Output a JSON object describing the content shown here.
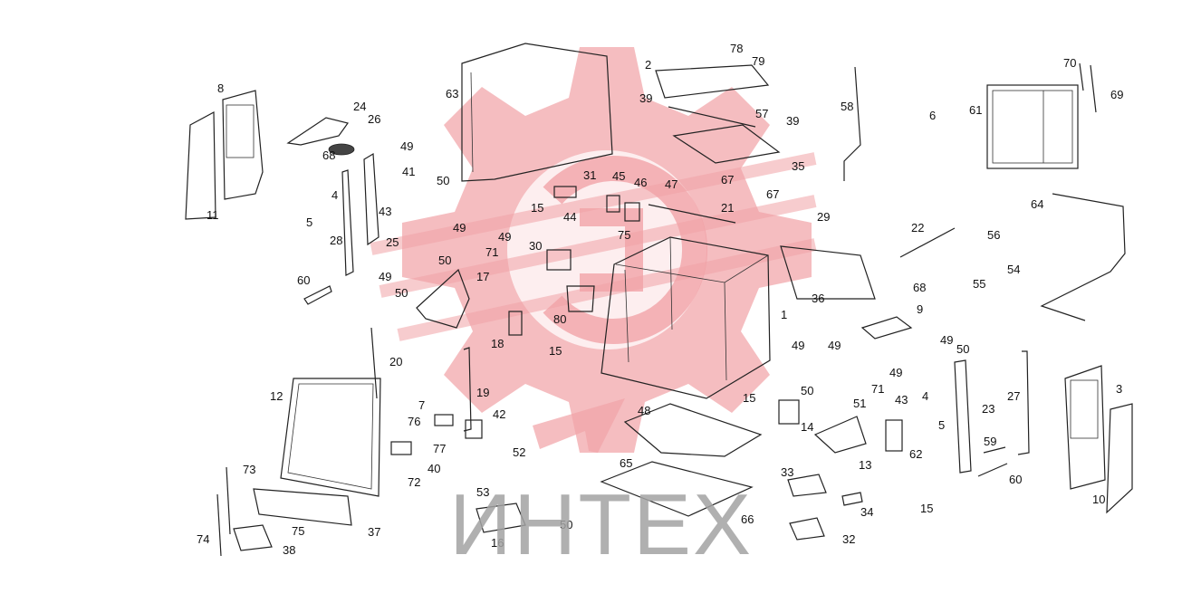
{
  "watermark": {
    "brand_text": "ИНТЕХ",
    "color": "#f1a3a7",
    "text_color": "#a3a3a3"
  },
  "callouts": [
    {
      "label": "1"
    },
    {
      "label": "2"
    },
    {
      "label": "3"
    },
    {
      "label": "4"
    },
    {
      "label": "4"
    },
    {
      "label": "5"
    },
    {
      "label": "5"
    },
    {
      "label": "6"
    },
    {
      "label": "7"
    },
    {
      "label": "8"
    },
    {
      "label": "9"
    },
    {
      "label": "10"
    },
    {
      "label": "11"
    },
    {
      "label": "12"
    },
    {
      "label": "13"
    },
    {
      "label": "14"
    },
    {
      "label": "15"
    },
    {
      "label": "15"
    },
    {
      "label": "15"
    },
    {
      "label": "15"
    },
    {
      "label": "16"
    },
    {
      "label": "17"
    },
    {
      "label": "18"
    },
    {
      "label": "19"
    },
    {
      "label": "20"
    },
    {
      "label": "21"
    },
    {
      "label": "22"
    },
    {
      "label": "23"
    },
    {
      "label": "24"
    },
    {
      "label": "25"
    },
    {
      "label": "26"
    },
    {
      "label": "27"
    },
    {
      "label": "28"
    },
    {
      "label": "29"
    },
    {
      "label": "30"
    },
    {
      "label": "31"
    },
    {
      "label": "32"
    },
    {
      "label": "33"
    },
    {
      "label": "34"
    },
    {
      "label": "35"
    },
    {
      "label": "36"
    },
    {
      "label": "37"
    },
    {
      "label": "38"
    },
    {
      "label": "39"
    },
    {
      "label": "39"
    },
    {
      "label": "40"
    },
    {
      "label": "41"
    },
    {
      "label": "42"
    },
    {
      "label": "43"
    },
    {
      "label": "43"
    },
    {
      "label": "44"
    },
    {
      "label": "45"
    },
    {
      "label": "46"
    },
    {
      "label": "47"
    },
    {
      "label": "48"
    },
    {
      "label": "49"
    },
    {
      "label": "49"
    },
    {
      "label": "49"
    },
    {
      "label": "49"
    },
    {
      "label": "49"
    },
    {
      "label": "49"
    },
    {
      "label": "49"
    },
    {
      "label": "49"
    },
    {
      "label": "50"
    },
    {
      "label": "50"
    },
    {
      "label": "50"
    },
    {
      "label": "50"
    },
    {
      "label": "50"
    },
    {
      "label": "50"
    },
    {
      "label": "51"
    },
    {
      "label": "52"
    },
    {
      "label": "53"
    },
    {
      "label": "54"
    },
    {
      "label": "55"
    },
    {
      "label": "56"
    },
    {
      "label": "57"
    },
    {
      "label": "58"
    },
    {
      "label": "59"
    },
    {
      "label": "60"
    },
    {
      "label": "60"
    },
    {
      "label": "61"
    },
    {
      "label": "62"
    },
    {
      "label": "63"
    },
    {
      "label": "64"
    },
    {
      "label": "65"
    },
    {
      "label": "66"
    },
    {
      "label": "67"
    },
    {
      "label": "67"
    },
    {
      "label": "68"
    },
    {
      "label": "68"
    },
    {
      "label": "69"
    },
    {
      "label": "70"
    },
    {
      "label": "71"
    },
    {
      "label": "71"
    },
    {
      "label": "72"
    },
    {
      "label": "73"
    },
    {
      "label": "74"
    },
    {
      "label": "75"
    },
    {
      "label": "75"
    },
    {
      "label": "76"
    },
    {
      "label": "77"
    },
    {
      "label": "78"
    },
    {
      "label": "79"
    },
    {
      "label": "80"
    }
  ]
}
